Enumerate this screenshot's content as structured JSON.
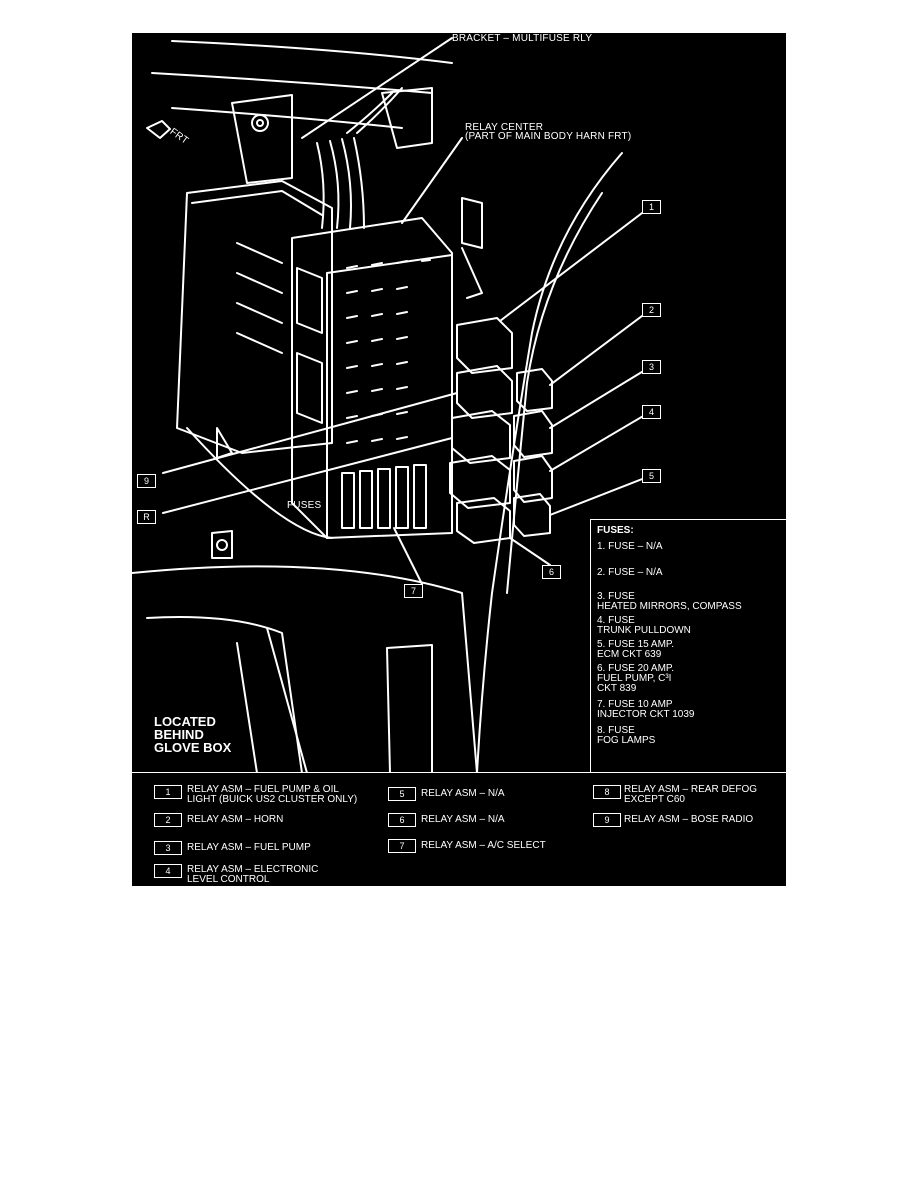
{
  "labels": {
    "bracket": "BRACKET – MULTIFUSE RLY",
    "frt": "FRT",
    "relay_center_line1": "RELAY CENTER",
    "relay_center_line2": "(PART OF MAIN BODY HARN FRT)",
    "fuses": "FUSES",
    "located_line1": "LOCATED",
    "located_line2": "BEHIND",
    "located_line3": "GLOVE BOX"
  },
  "callouts": {
    "c1": "1",
    "c2": "2",
    "c3": "3",
    "c4": "4",
    "c5": "5",
    "c6": "6",
    "c7": "7",
    "c9": "9",
    "cR": "R"
  },
  "fuses_panel": {
    "title": "FUSES:",
    "items": [
      "1. FUSE – N/A",
      "2. FUSE – N/A",
      "3. FUSE\nHEATED MIRRORS, COMPASS",
      "4. FUSE\nTRUNK PULLDOWN",
      "5. FUSE 15 AMP.\nECM CKT 639",
      "6. FUSE 20 AMP.\nFUEL PUMP, C³I\nCKT 839",
      "7. FUSE 10 AMP\nINJECTOR CKT 1039",
      "8. FUSE\nFOG LAMPS"
    ]
  },
  "legend": [
    {
      "num": "1",
      "text": "RELAY ASM – FUEL PUMP & OIL\nLIGHT (BUICK US2 CLUSTER ONLY)"
    },
    {
      "num": "2",
      "text": "RELAY ASM – HORN"
    },
    {
      "num": "3",
      "text": "RELAY ASM – FUEL PUMP"
    },
    {
      "num": "4",
      "text": "RELAY ASM – ELECTRONIC\nLEVEL CONTROL"
    },
    {
      "num": "5",
      "text": "RELAY ASM – N/A"
    },
    {
      "num": "6",
      "text": "RELAY ASM – N/A"
    },
    {
      "num": "7",
      "text": "RELAY ASM – A/C SELECT"
    },
    {
      "num": "8",
      "text": "RELAY ASM – REAR DEFOG\nEXCEPT C60"
    },
    {
      "num": "9",
      "text": "RELAY ASM – BOSE RADIO"
    }
  ],
  "colors": {
    "background": "#000000",
    "linework": "#ffffff"
  }
}
